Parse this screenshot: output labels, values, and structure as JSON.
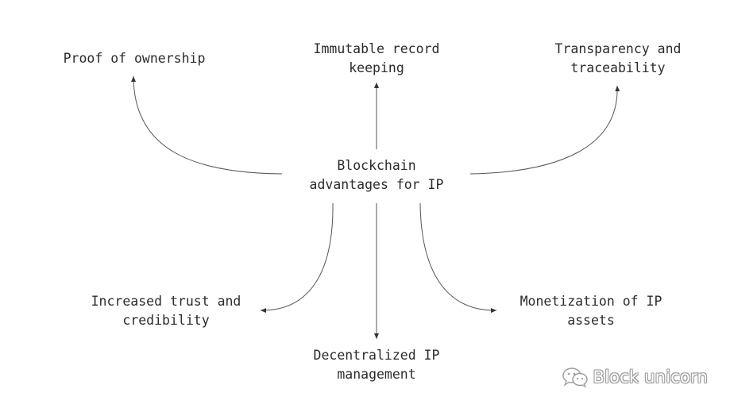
{
  "center": {
    "line1": "Blockchain",
    "line2": "advantages for IP"
  },
  "nodes": {
    "proof": {
      "line1": "Proof of ownership"
    },
    "immutable": {
      "line1": "Immutable record",
      "line2": "keeping"
    },
    "transparency": {
      "line1": "Transparency and",
      "line2": "traceability"
    },
    "trust": {
      "line1": "Increased trust and",
      "line2": "credibility"
    },
    "decentralized": {
      "line1": "Decentralized IP",
      "line2": "management"
    },
    "monetization": {
      "line1": "Monetization of IP",
      "line2": "assets"
    }
  },
  "watermark": {
    "text": "Block unicorn",
    "icon": "wechat-icon"
  },
  "colors": {
    "text": "#2b2b2b",
    "edge": "#555555",
    "watermark_outline": "#9a9a9a"
  }
}
